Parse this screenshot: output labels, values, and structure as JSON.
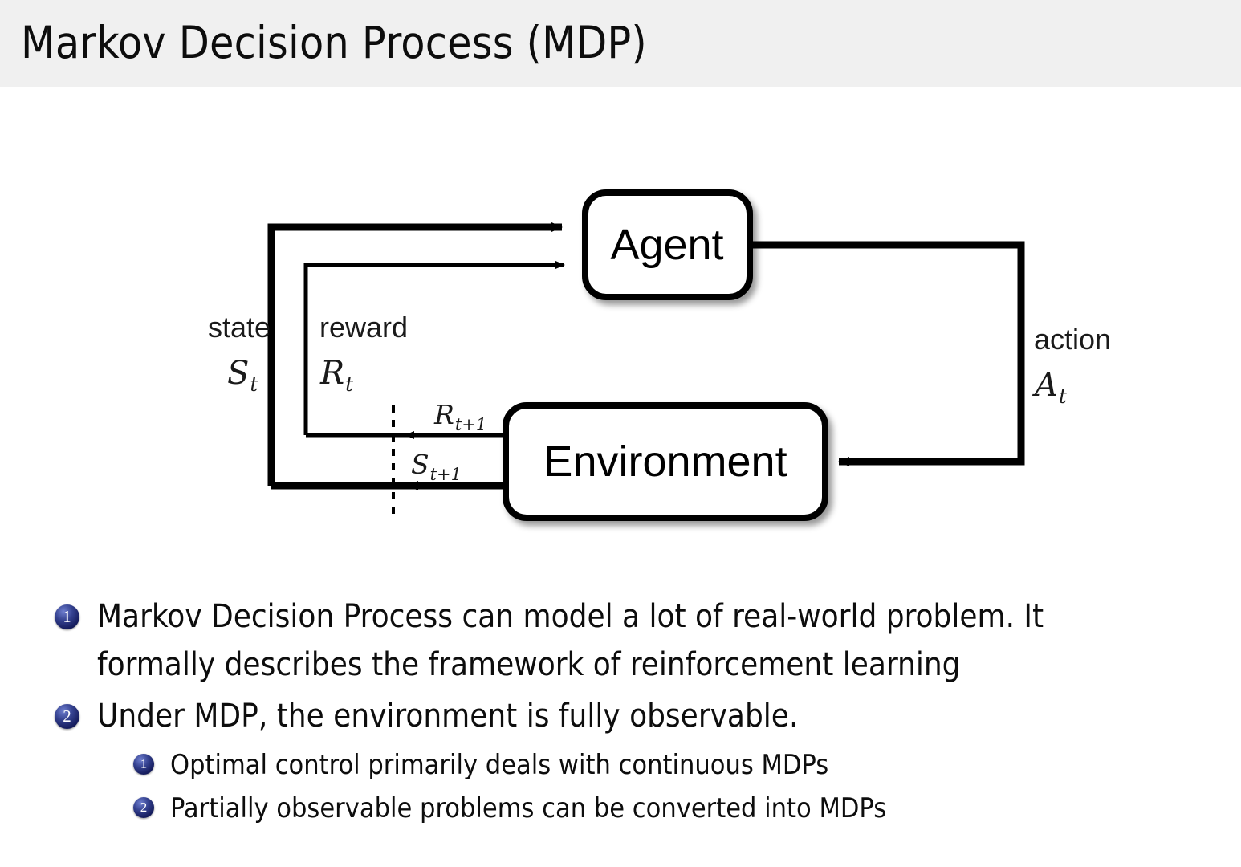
{
  "slide": {
    "title": "Markov Decision Process (MDP)",
    "header_bg": "#f0f0f0",
    "text_color": "#0d0d0d",
    "badge_color": "#1f2a7a"
  },
  "diagram": {
    "name": "agent-environment-interaction-loop",
    "nodes": [
      {
        "id": "agent",
        "label": "Agent"
      },
      {
        "id": "environment",
        "label": "Environment"
      }
    ],
    "edge_labels": {
      "state_word": "state",
      "state_symbol": "S",
      "state_subscript": "t",
      "reward_word": "reward",
      "reward_symbol": "R",
      "reward_subscript": "t",
      "action_word": "action",
      "action_symbol": "A",
      "action_subscript": "t",
      "next_reward_symbol": "R",
      "next_reward_subscript": "t+1",
      "next_state_symbol": "S",
      "next_state_subscript": "t+1"
    }
  },
  "bullets": [
    {
      "number": "1",
      "line1": "Markov Decision Process can model a lot of real-world problem. It",
      "line2": "formally describes the framework of reinforcement learning"
    },
    {
      "number": "2",
      "line1": "Under MDP, the environment is fully observable.",
      "subbullets": [
        {
          "number": "1",
          "text": "Optimal control primarily deals with continuous MDPs"
        },
        {
          "number": "2",
          "text": "Partially observable problems can be converted into MDPs"
        }
      ]
    }
  ]
}
